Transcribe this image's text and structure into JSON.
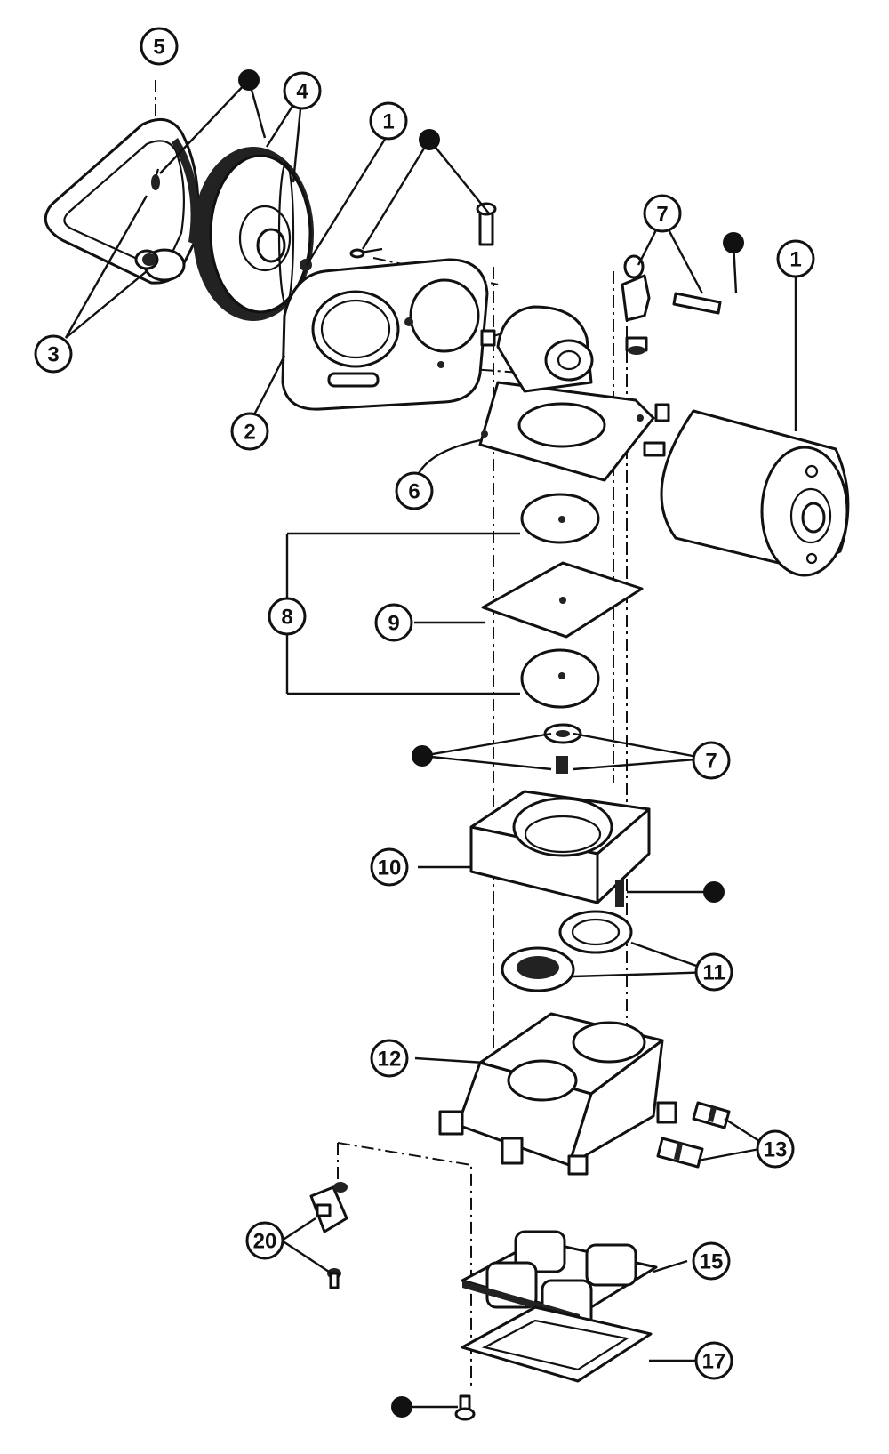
{
  "callouts": {
    "c5": "5",
    "c4": "4",
    "c3": "3",
    "c1a": "1",
    "c2": "2",
    "c7a": "7",
    "c1b": "1",
    "c6": "6",
    "c8": "8",
    "c9": "9",
    "c7b": "7",
    "c10": "10",
    "c11": "11",
    "c12": "12",
    "c13": "13",
    "c20": "20",
    "c15": "15",
    "c17": "17"
  },
  "colors": {
    "ink": "#111111",
    "paper": "#ffffff"
  }
}
